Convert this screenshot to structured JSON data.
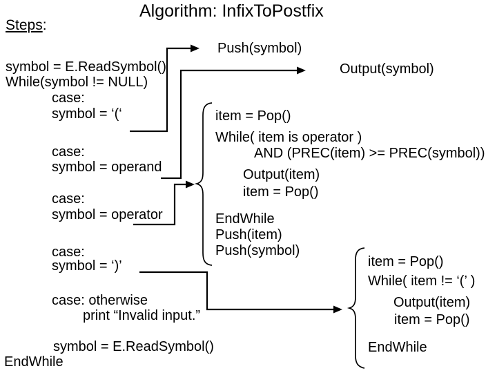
{
  "title": "Algorithm: InfixToPostfix",
  "steps": {
    "label": "Steps",
    "colon": ":"
  },
  "left_code": [
    "symbol = E.ReadSymbol()",
    "While(symbol != NULL)",
    "case:",
    "symbol = ‘(‘",
    "case:",
    "symbol = operand",
    "case:",
    "symbol = operator",
    "case:",
    "symbol = ‘)’",
    "case: otherwise",
    "print “Invalid input.”",
    "symbol = E.ReadSymbol()",
    "EndWhile"
  ],
  "actions": {
    "push_symbol": "Push(symbol)",
    "output_symbol": "Output(symbol)"
  },
  "operator_block": [
    "item = Pop()",
    "While( item is operator )",
    "AND (PREC(item) >= PREC(symbol))",
    "Output(item)",
    "item = Pop()",
    "EndWhile",
    "Push(item)",
    "Push(symbol)"
  ],
  "close_paren_block": [
    "item = Pop()",
    "While( item != ‘(’ )",
    "Output(item)",
    "item = Pop()",
    "EndWhile"
  ],
  "connectors": [
    {
      "from": "case symbol = '('",
      "to": "Push(symbol)"
    },
    {
      "from": "case symbol = operand",
      "to": "Output(symbol)"
    },
    {
      "from": "case symbol = operator",
      "to": "operator handler block (brace)"
    },
    {
      "from": "case symbol = ')'",
      "to": "close-paren handler block (brace)"
    }
  ],
  "colors": {
    "text": "#000000",
    "background": "#ffffff"
  }
}
